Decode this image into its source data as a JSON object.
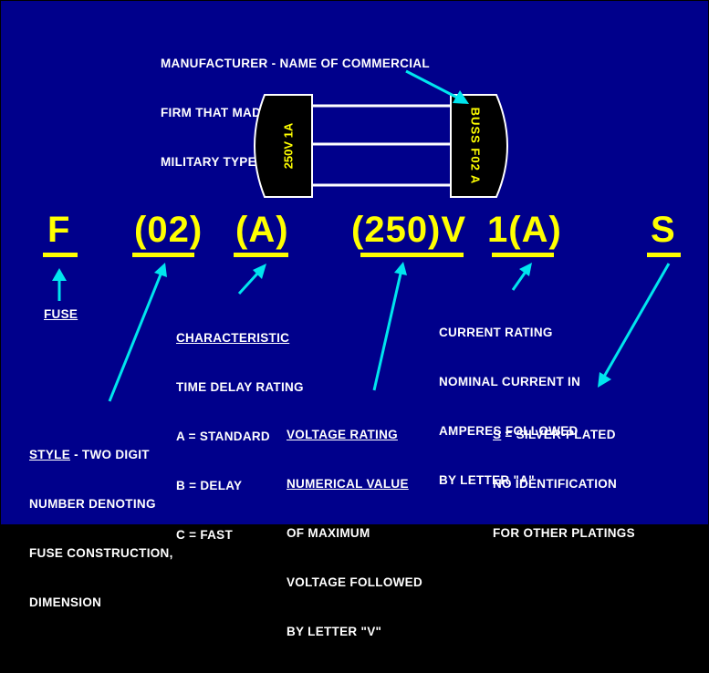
{
  "manufacturer_note": {
    "line1": "MANUFACTURER - NAME OF COMMERCIAL",
    "line2": "FIRM THAT MADE FUSE (NOT PART OF",
    "line3": "MILITARY TYPE DESIGNATION)"
  },
  "fuse_body": {
    "left_cap_text": "250V 1A",
    "right_cap_text": "BUSS F02 A"
  },
  "designation": {
    "f": "F",
    "style": "(02)",
    "characteristic": "(A)",
    "voltage": "(250)V",
    "current": "1(A)",
    "silver": "S"
  },
  "notes": {
    "fuse": "FUSE",
    "characteristic": {
      "heading": "CHARACTERISTIC",
      "line1": "TIME DELAY RATING",
      "line2": "A = STANDARD",
      "line3": "B = DELAY",
      "line4": "C = FAST"
    },
    "current": {
      "line1": "CURRENT RATING",
      "line2": "NOMINAL CURRENT IN",
      "line3": "AMPERES FOLLOWED",
      "line4": "BY LETTER \"A\""
    },
    "style": {
      "heading": "STYLE",
      "line1_rest": " - TWO DIGIT",
      "line2": "NUMBER DENOTING",
      "line3": "FUSE CONSTRUCTION,",
      "line4": "DIMENSION"
    },
    "voltage": {
      "line1": "VOLTAGE RATING",
      "line2": "NUMERICAL VALUE",
      "line3": "OF MAXIMUM",
      "line4": "VOLTAGE FOLLOWED",
      "line5": "BY LETTER \"V\""
    },
    "silver": {
      "heading": "S",
      "line1_rest": " = SILVER-PLATED",
      "line2": "NO IDENTIFICATION",
      "line3": "FOR OTHER PLATINGS"
    }
  },
  "colors": {
    "background": "#00008b",
    "label_text": "#ffffff",
    "designation_text": "#ffff00",
    "arrows": "#00e5ee",
    "fuse_caps": "#000000",
    "fuse_glass": "#00008b"
  }
}
